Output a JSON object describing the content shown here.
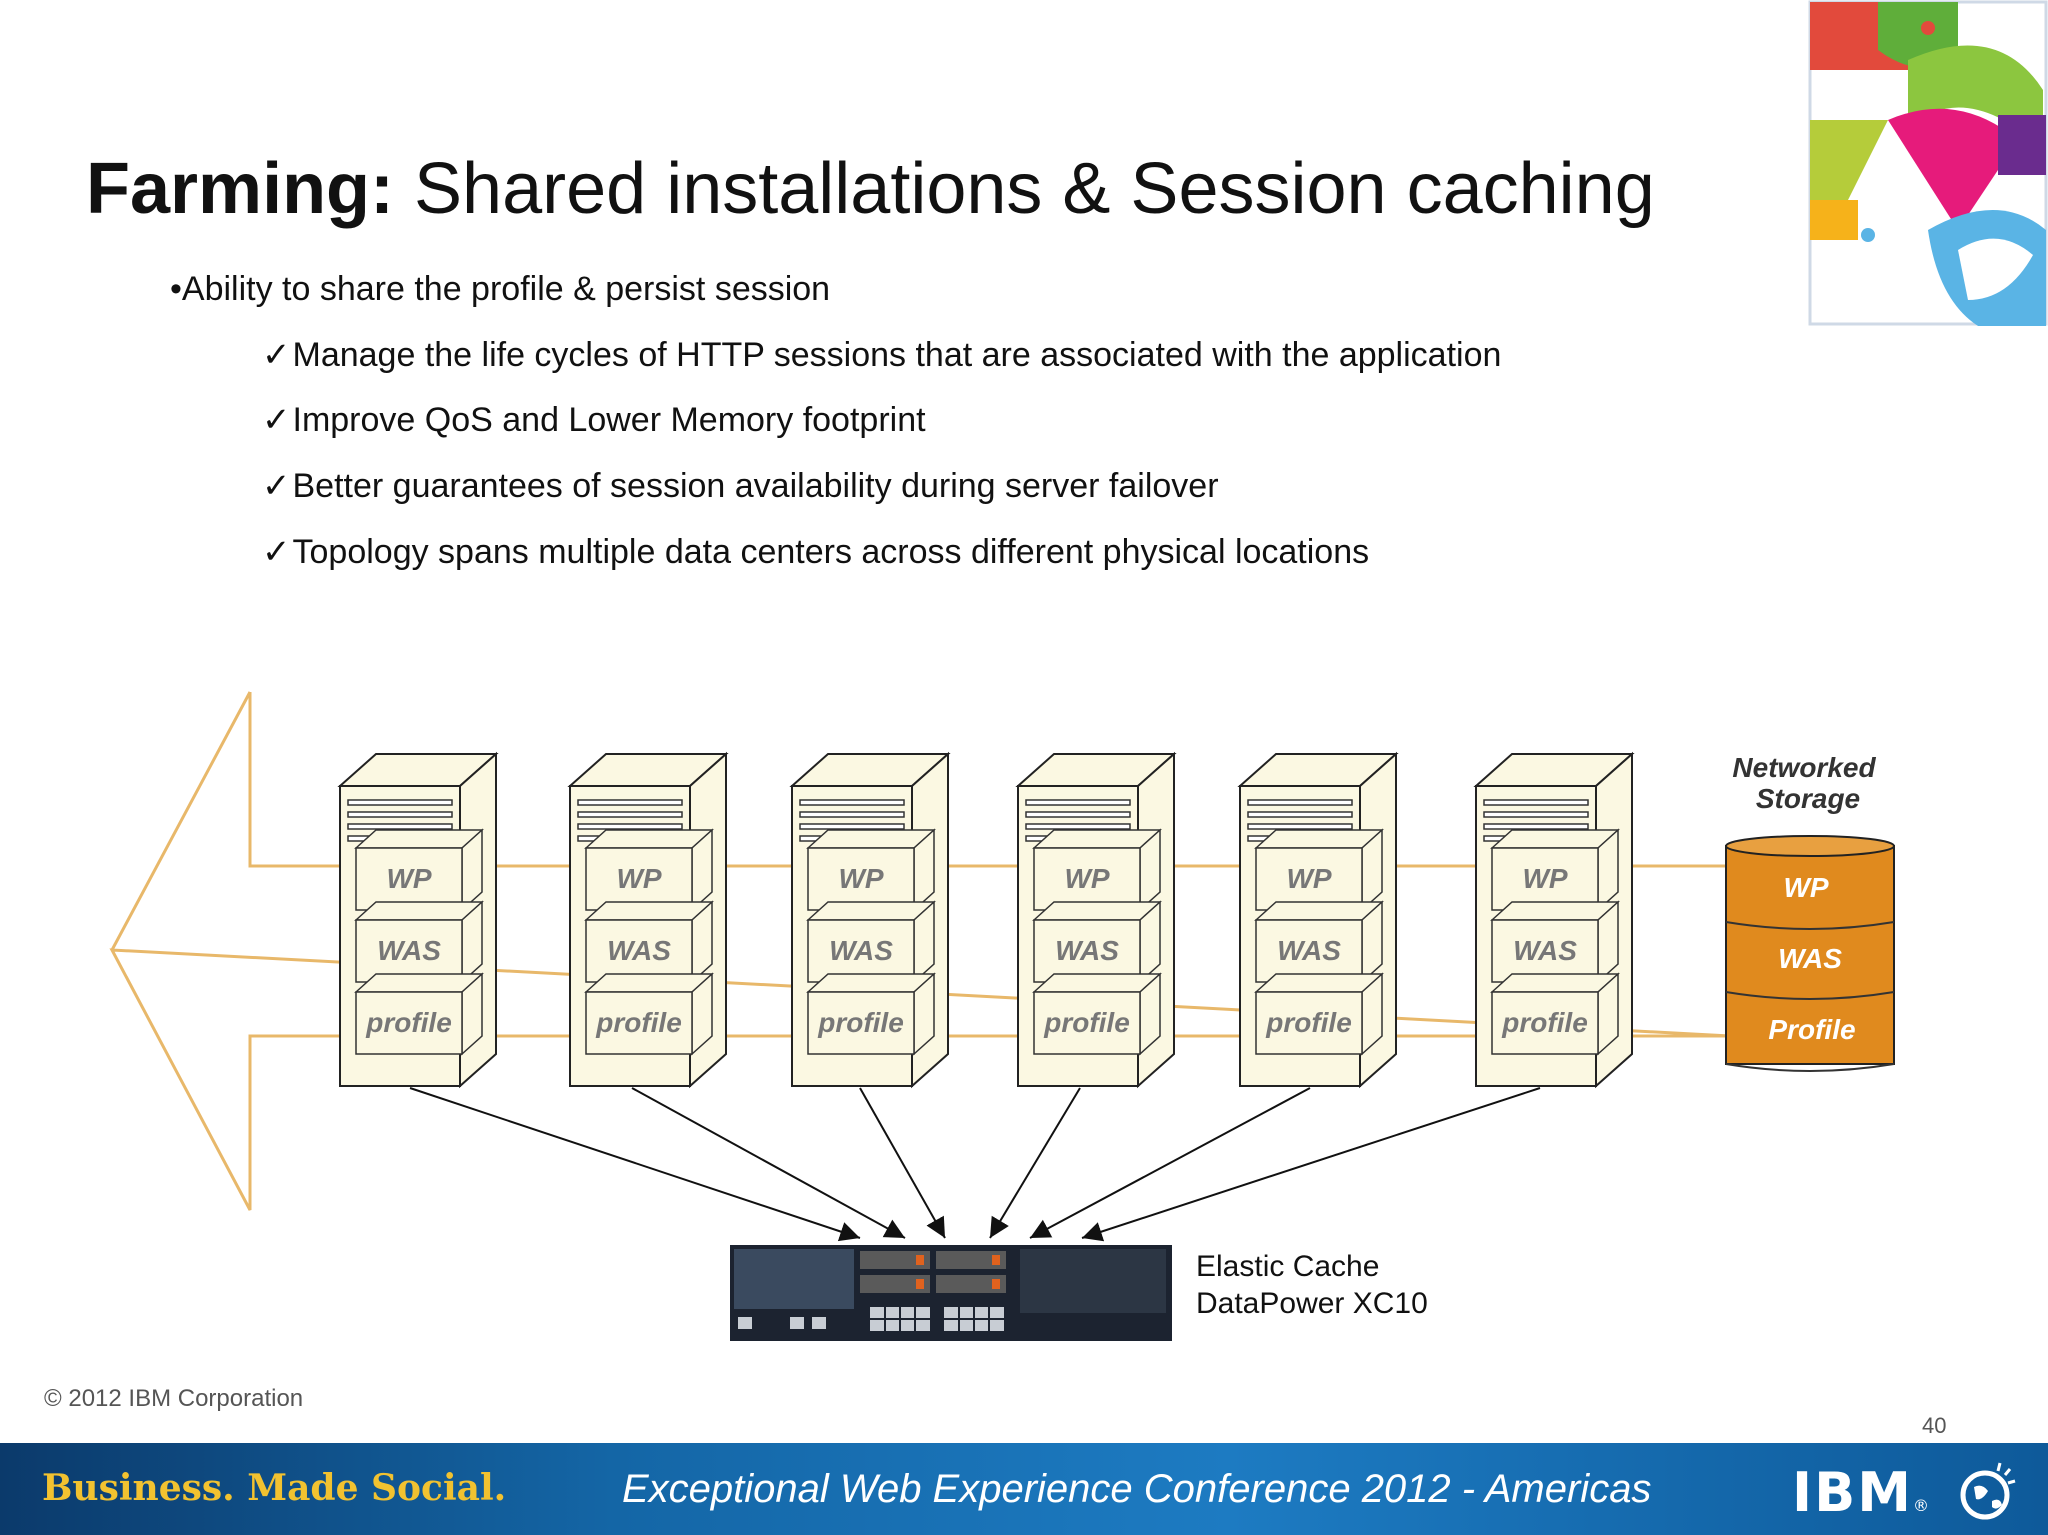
{
  "slide": {
    "title_bold": "Farming:",
    "title_rest": " Shared installations & Session caching",
    "bullet_main": "•Ability to share the profile & persist session",
    "check_mark": "✓",
    "sub_bullets": [
      "Manage the life cycles of HTTP sessions that are associated with the application",
      "Improve QoS and Lower Memory footprint",
      "Better guarantees of session availability during server failover",
      "Topology spans multiple data centers across different physical locations"
    ]
  },
  "diagram": {
    "server_layers": [
      "WP",
      "WAS",
      "profile"
    ],
    "storage_title_line1": "Networked",
    "storage_title_line2": "Storage",
    "storage_layers": [
      "WP",
      "WAS",
      "Profile"
    ],
    "cache_label_line1": "Elastic Cache",
    "cache_label_line2": "DataPower XC10",
    "colors": {
      "arrow_outline": "#e8b86a",
      "storage_fill": "#e08a1e",
      "server_fill": "#fbf8e2"
    }
  },
  "footer": {
    "copyright": "© 2012  IBM Corporation",
    "page_number": "40",
    "tagline": "Business. Made Social.",
    "conference": "Exceptional Web Experience Conference 2012 - Americas",
    "brand": "IBM",
    "brand_mark": "®"
  }
}
